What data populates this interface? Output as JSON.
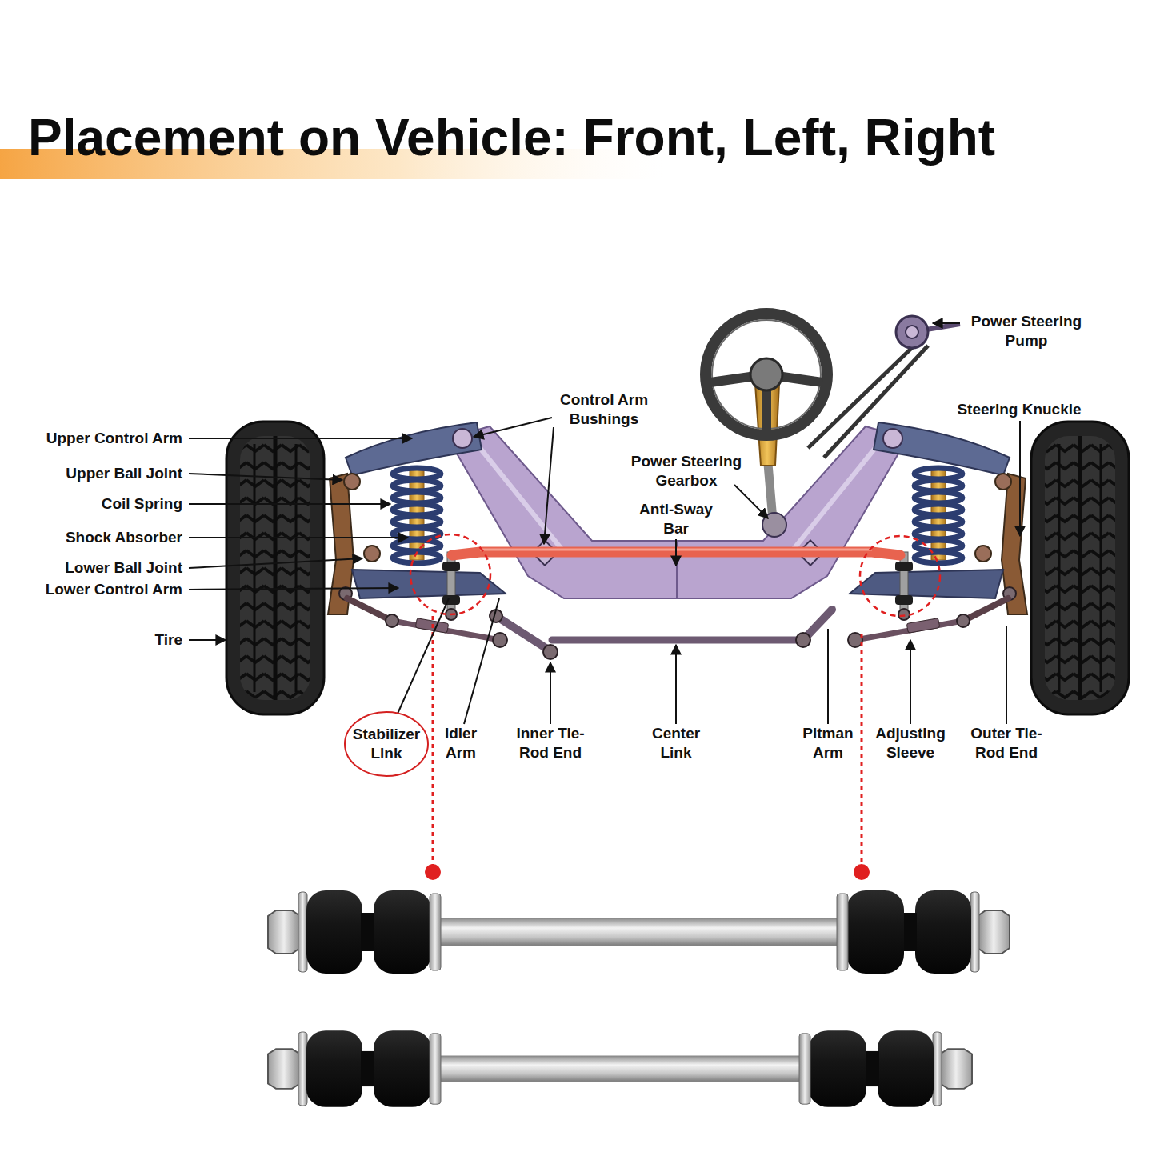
{
  "diagram": {
    "title": "Placement on Vehicle: Front, Left, Right",
    "nodes": [
      {
        "text": [
          "Stabilizer Link"
        ]
      }
    ],
    "labels": [
      "Upper Control Arm",
      "Upper Ball Joint",
      "Coil Spring",
      "Shock Absorber",
      "Lower Ball Joint",
      "Lower Control Arm",
      "Tire",
      "Control Arm Bushings",
      "Power Steering Gearbox",
      "Anti-Sway Bar",
      "Power Steering Pump",
      "Steering Knuckle",
      "Idler Arm",
      "Inner Tie-Rod End",
      "Center Link",
      "Pitman Arm",
      "Adjusting Sleeve",
      "Outer Tie-Rod End"
    ]
  }
}
